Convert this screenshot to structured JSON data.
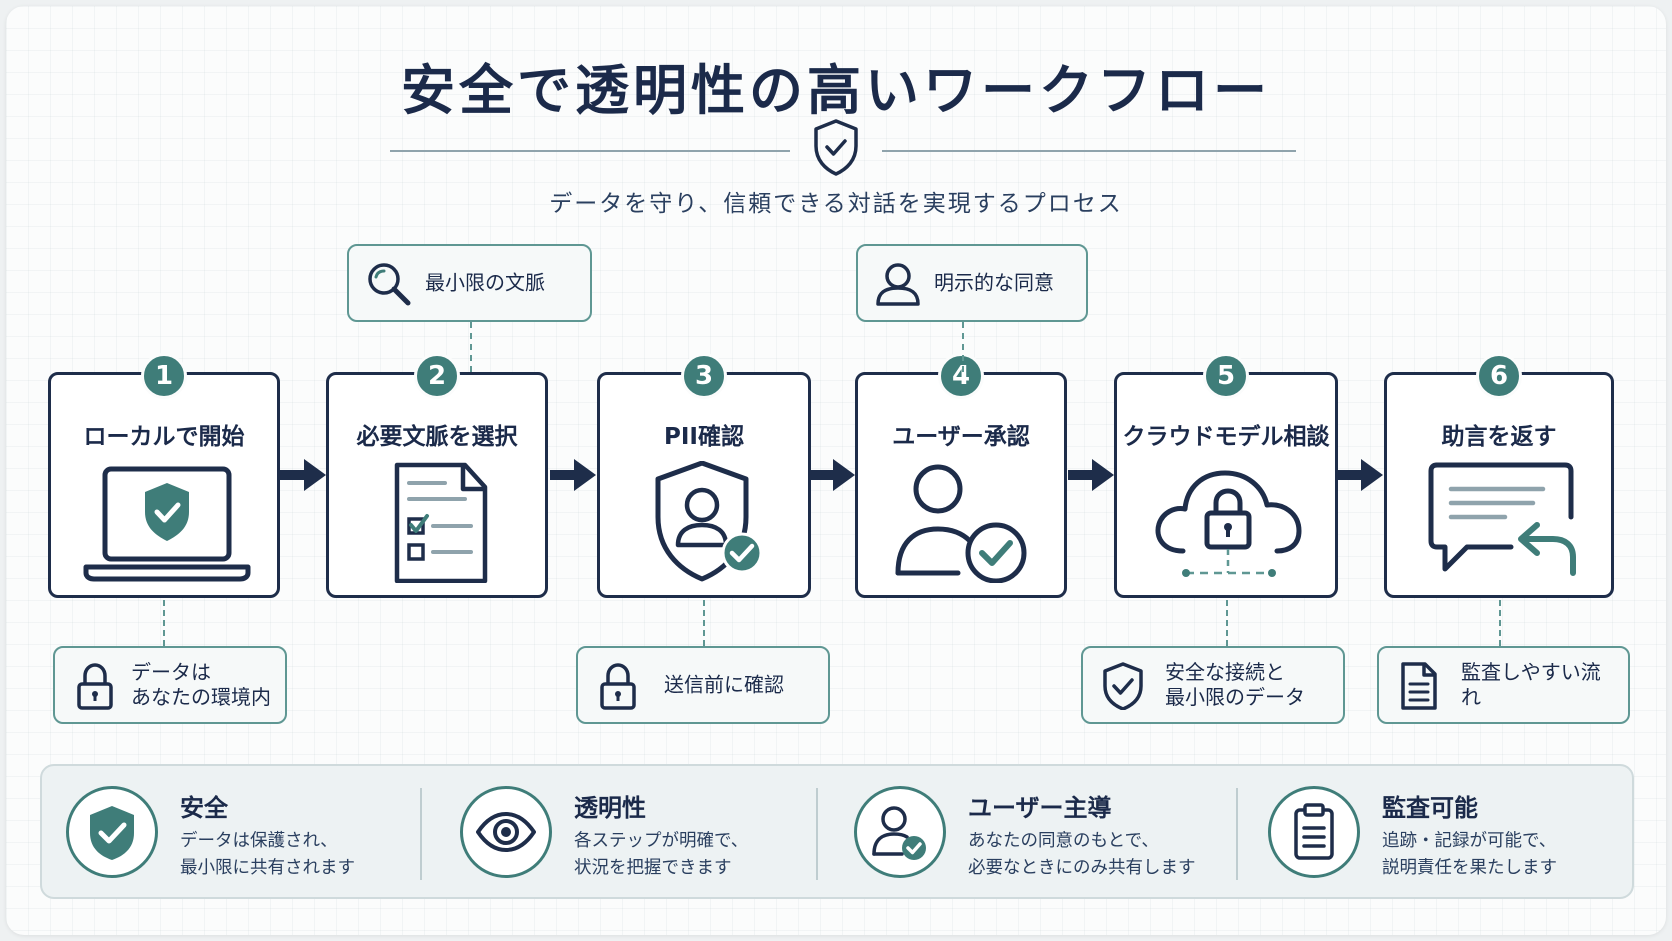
{
  "title": "安全で透明性の高いワークフロー",
  "subtitle": "データを守り、信頼できる対話を実現するプロセス",
  "steps": [
    {
      "number": "1",
      "label": "ローカルで開始",
      "icon": "laptop-shield-icon"
    },
    {
      "number": "2",
      "label": "必要文脈を選択",
      "icon": "checklist-document-icon"
    },
    {
      "number": "3",
      "label": "PII確認",
      "icon": "shield-user-check-icon"
    },
    {
      "number": "4",
      "label": "ユーザー承認",
      "icon": "user-check-icon"
    },
    {
      "number": "5",
      "label": "クラウドモデル相談",
      "icon": "cloud-lock-icon"
    },
    {
      "number": "6",
      "label": "助言を返す",
      "icon": "reply-message-icon"
    }
  ],
  "callouts_top": [
    {
      "text": "最小限の文脈",
      "icon": "magnifier-icon",
      "step": 2
    },
    {
      "text": "明示的な同意",
      "icon": "user-icon",
      "step": 4
    }
  ],
  "callouts_bottom": [
    {
      "text": "データは\nあなたの環境内",
      "icon": "lock-icon",
      "step": 1
    },
    {
      "text": "送信前に確認",
      "icon": "lock-icon",
      "step": 3
    },
    {
      "text": "安全な接続と\n最小限のデータ",
      "icon": "shield-check-icon",
      "step": 5
    },
    {
      "text": "監査しやすい流れ",
      "icon": "document-icon",
      "step": 6
    }
  ],
  "features": [
    {
      "title": "安全",
      "desc": "データは保護され、\n最小限に共有されます",
      "icon": "shield-check-icon"
    },
    {
      "title": "透明性",
      "desc": "各ステップが明確で、\n状況を把握できます",
      "icon": "eye-icon"
    },
    {
      "title": "ユーザー主導",
      "desc": "あなたの同意のもとで、\n必要なときにのみ共有します",
      "icon": "user-check-icon"
    },
    {
      "title": "監査可能",
      "desc": "追跡・記録が可能で、\n説明責任を果たします",
      "icon": "clipboard-icon"
    }
  ],
  "colors": {
    "navy": "#1e2d4a",
    "teal": "#3f7d79",
    "teal_light": "#5f9793"
  }
}
